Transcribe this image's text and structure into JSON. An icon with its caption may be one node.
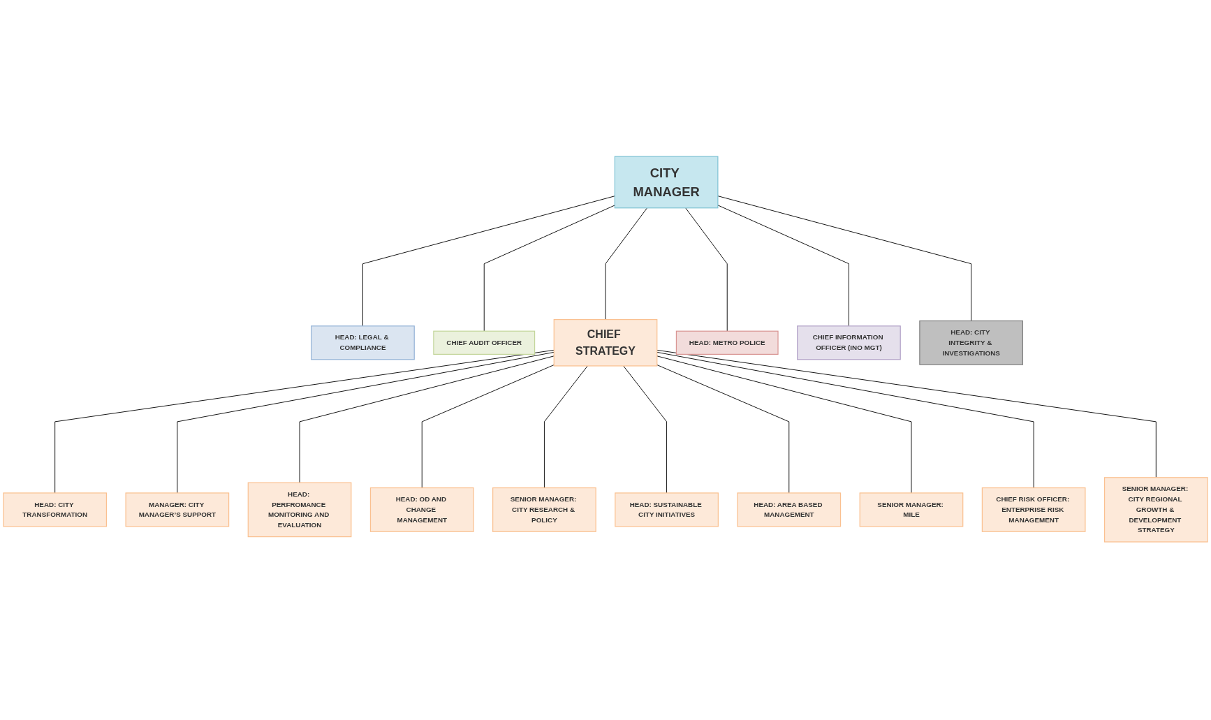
{
  "diagram": {
    "nodes": [
      {
        "text": [
          "CITY MANAGER"
        ]
      },
      {
        "text": [
          "HEAD: LEGAL & COMPLIANCE"
        ]
      },
      {
        "text": [
          "CHIEF AUDIT OFFICER"
        ]
      },
      {
        "text": [
          "CHIEF STRATEGY"
        ]
      },
      {
        "text": [
          "HEAD: METRO POLICE"
        ]
      },
      {
        "text": [
          "CHIEF INFORMATION OFFICER (INO MGT)"
        ]
      },
      {
        "text": [
          "HEAD: CITY INTEGRITY & INVESTIGATIONS"
        ]
      },
      {
        "text": [
          "HEAD: CITY TRANSFORMATION"
        ]
      },
      {
        "text": [
          "MANAGER: CITY MANAGER’S SUPPORT"
        ]
      },
      {
        "text": [
          "HEAD: PERFROMANCE MONITORING AND EVALUATION"
        ]
      },
      {
        "text": [
          "HEAD: OD AND CHANGE MANAGEMENT"
        ]
      },
      {
        "text": [
          "SENIOR MANAGER: CITY RESEARCH & POLICY"
        ]
      },
      {
        "text": [
          "HEAD: SUSTAINABLE CITY INITIATIVES"
        ]
      },
      {
        "text": [
          "HEAD: AREA BASED MANAGEMENT"
        ]
      },
      {
        "text": [
          "SENIOR MANAGER: MILE"
        ]
      },
      {
        "text": [
          "CHIEF RISK OFFICER: ENTERPRISE RISK MANAGEMENT"
        ]
      },
      {
        "text": [
          "SENIOR MANAGER: CITY REGIONAL GROWTH & DEVELOPMENT STRATEGY"
        ]
      }
    ],
    "edges": [
      {
        "from": 0,
        "to": 1,
        "arrow": "none"
      },
      {
        "from": 0,
        "to": 2,
        "arrow": "none"
      },
      {
        "from": 0,
        "to": 3,
        "arrow": "none"
      },
      {
        "from": 0,
        "to": 4,
        "arrow": "none"
      },
      {
        "from": 0,
        "to": 5,
        "arrow": "none"
      },
      {
        "from": 0,
        "to": 6,
        "arrow": "none"
      },
      {
        "from": 3,
        "to": 7,
        "arrow": "none"
      },
      {
        "from": 3,
        "to": 8,
        "arrow": "none"
      },
      {
        "from": 3,
        "to": 9,
        "arrow": "none"
      },
      {
        "from": 3,
        "to": 10,
        "arrow": "none"
      },
      {
        "from": 3,
        "to": 11,
        "arrow": "none"
      },
      {
        "from": 3,
        "to": 12,
        "arrow": "none"
      },
      {
        "from": 3,
        "to": 13,
        "arrow": "none"
      },
      {
        "from": 3,
        "to": 14,
        "arrow": "none"
      },
      {
        "from": 3,
        "to": 15,
        "arrow": "none"
      },
      {
        "from": 3,
        "to": 16,
        "arrow": "none"
      }
    ]
  }
}
